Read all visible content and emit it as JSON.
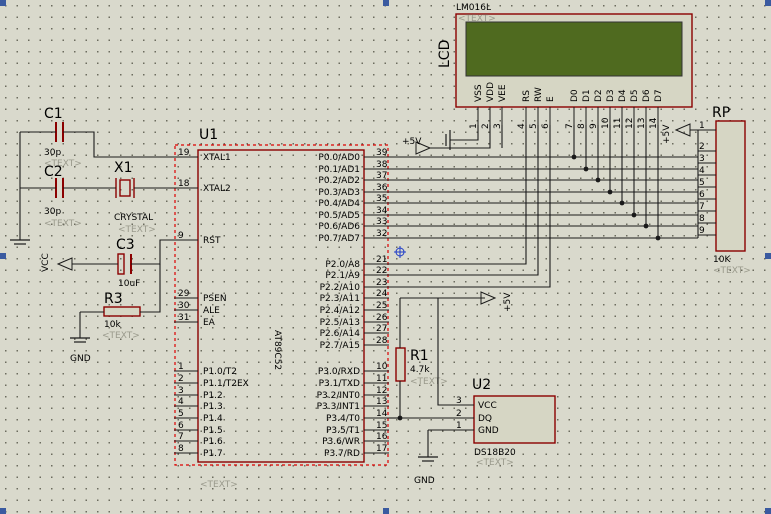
{
  "components": {
    "lcd": {
      "model": "LM016L",
      "ref": "LCD",
      "placeholder": "<TEXT>",
      "pin_labels": [
        "VSS",
        "VDD",
        "VEE",
        "RS",
        "RW",
        "E",
        "D0",
        "D1",
        "D2",
        "D3",
        "D4",
        "D5",
        "D6",
        "D7"
      ],
      "pin_numbers": [
        "1",
        "2",
        "3",
        "4",
        "5",
        "6",
        "7",
        "8",
        "9",
        "10",
        "11",
        "12",
        "13",
        "14"
      ]
    },
    "rp": {
      "ref": "RP",
      "value": "10K",
      "placeholder": "<TEXT>",
      "pins": [
        "1",
        "2",
        "3",
        "4",
        "5",
        "6",
        "7",
        "8",
        "9"
      ]
    },
    "c1": {
      "ref": "C1",
      "value": "30p",
      "placeholder": "<TEXT>"
    },
    "c2": {
      "ref": "C2",
      "value": "30p",
      "placeholder": "<TEXT>"
    },
    "x1": {
      "ref": "X1",
      "value": "CRYSTAL",
      "placeholder": "<TEXT>"
    },
    "c3": {
      "ref": "C3",
      "value": "10uF",
      "placeholder": "<TEXT>"
    },
    "r3": {
      "ref": "R3",
      "value": "10k",
      "placeholder": "<TEXT>"
    },
    "r1": {
      "ref": "R1",
      "value": "4.7k",
      "placeholder": "<TEXT>"
    },
    "u2": {
      "ref": "U2",
      "model": "DS18B20",
      "placeholder": "<TEXT>",
      "pins": [
        {
          "num": "3",
          "label": "VCC"
        },
        {
          "num": "2",
          "label": "DQ"
        },
        {
          "num": "1",
          "label": "GND"
        }
      ]
    },
    "u1": {
      "ref": "U1",
      "model": "AT89C52",
      "placeholder": "<TEXT>",
      "left_pins": [
        {
          "num": "19",
          "label": "XTAL1"
        },
        {
          "num": "18",
          "label": "XTAL2"
        },
        {
          "num": "9",
          "label": "RST"
        },
        {
          "num": "29",
          "label": "PSEN"
        },
        {
          "num": "30",
          "label": "ALE"
        },
        {
          "num": "31",
          "label": "EA"
        },
        {
          "num": "1",
          "label": "P1.0/T2"
        },
        {
          "num": "2",
          "label": "P1.1/T2EX"
        },
        {
          "num": "3",
          "label": "P1.2"
        },
        {
          "num": "4",
          "label": "P1.3"
        },
        {
          "num": "5",
          "label": "P1.4"
        },
        {
          "num": "6",
          "label": "P1.5"
        },
        {
          "num": "7",
          "label": "P1.6"
        },
        {
          "num": "8",
          "label": "P1.7"
        }
      ],
      "right_pins": [
        {
          "num": "39",
          "label": "P0.0/AD0"
        },
        {
          "num": "38",
          "label": "P0.1/AD1"
        },
        {
          "num": "37",
          "label": "P0.2/AD2"
        },
        {
          "num": "36",
          "label": "P0.3/AD3"
        },
        {
          "num": "35",
          "label": "P0.4/AD4"
        },
        {
          "num": "34",
          "label": "P0.5/AD5"
        },
        {
          "num": "33",
          "label": "P0.6/AD6"
        },
        {
          "num": "32",
          "label": "P0.7/AD7"
        },
        {
          "num": "21",
          "label": "P2.0/A8"
        },
        {
          "num": "22",
          "label": "P2.1/A9"
        },
        {
          "num": "23",
          "label": "P2.2/A10"
        },
        {
          "num": "24",
          "label": "P2.3/A11"
        },
        {
          "num": "25",
          "label": "P2.4/A12"
        },
        {
          "num": "26",
          "label": "P2.5/A13"
        },
        {
          "num": "27",
          "label": "P2.6/A14"
        },
        {
          "num": "28",
          "label": "P2.7/A15"
        },
        {
          "num": "10",
          "label": "P3.0/RXD"
        },
        {
          "num": "11",
          "label": "P3.1/TXD"
        },
        {
          "num": "12",
          "label": "P3.2/INT0"
        },
        {
          "num": "13",
          "label": "P3.3/INT1"
        },
        {
          "num": "14",
          "label": "P3.4/T0"
        },
        {
          "num": "15",
          "label": "P3.5/T1"
        },
        {
          "num": "16",
          "label": "P3.6/WR"
        },
        {
          "num": "17",
          "label": "P3.7/RD"
        }
      ]
    }
  },
  "power": {
    "vcc": "VCC",
    "gnd": "GND",
    "plus5v": "+5V"
  },
  "placeholder_text": "<TEXT>"
}
